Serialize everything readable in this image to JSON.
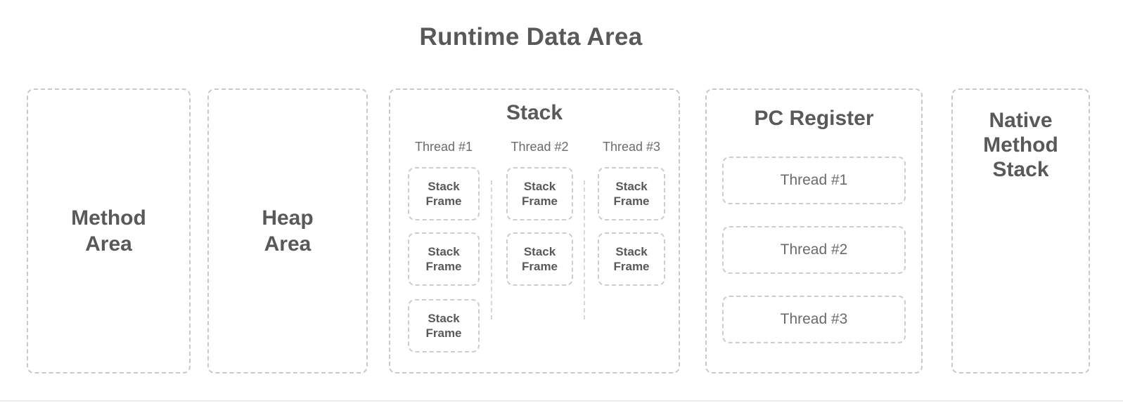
{
  "title": "Runtime Data Area",
  "method_area": {
    "label": "Method Area",
    "lines": [
      "Method",
      "Area"
    ]
  },
  "heap_area": {
    "label": "Heap Area",
    "lines": [
      "Heap",
      "Area"
    ]
  },
  "stack": {
    "title": "Stack",
    "threads": [
      {
        "label": "Thread #1",
        "frames": [
          "Stack Frame",
          "Stack Frame",
          "Stack Frame"
        ]
      },
      {
        "label": "Thread #2",
        "frames": [
          "Stack Frame",
          "Stack Frame"
        ]
      },
      {
        "label": "Thread #3",
        "frames": [
          "Stack Frame",
          "Stack Frame"
        ]
      }
    ]
  },
  "pc_register": {
    "title": "PC Register",
    "threads": [
      "Thread #1",
      "Thread #2",
      "Thread #3"
    ]
  },
  "native_method_stack": {
    "label": "Native Method Stack",
    "lines": [
      "Native",
      "Method",
      "Stack"
    ]
  },
  "colors": {
    "heading_text": "#595959",
    "secondary_text": "#6b6b6b",
    "box_border": "#c9c9c9",
    "inner_box_border": "#cdcdcd",
    "column_separator": "#d8d8d8",
    "background": "#ffffff",
    "bottom_rule": "#ececec"
  }
}
